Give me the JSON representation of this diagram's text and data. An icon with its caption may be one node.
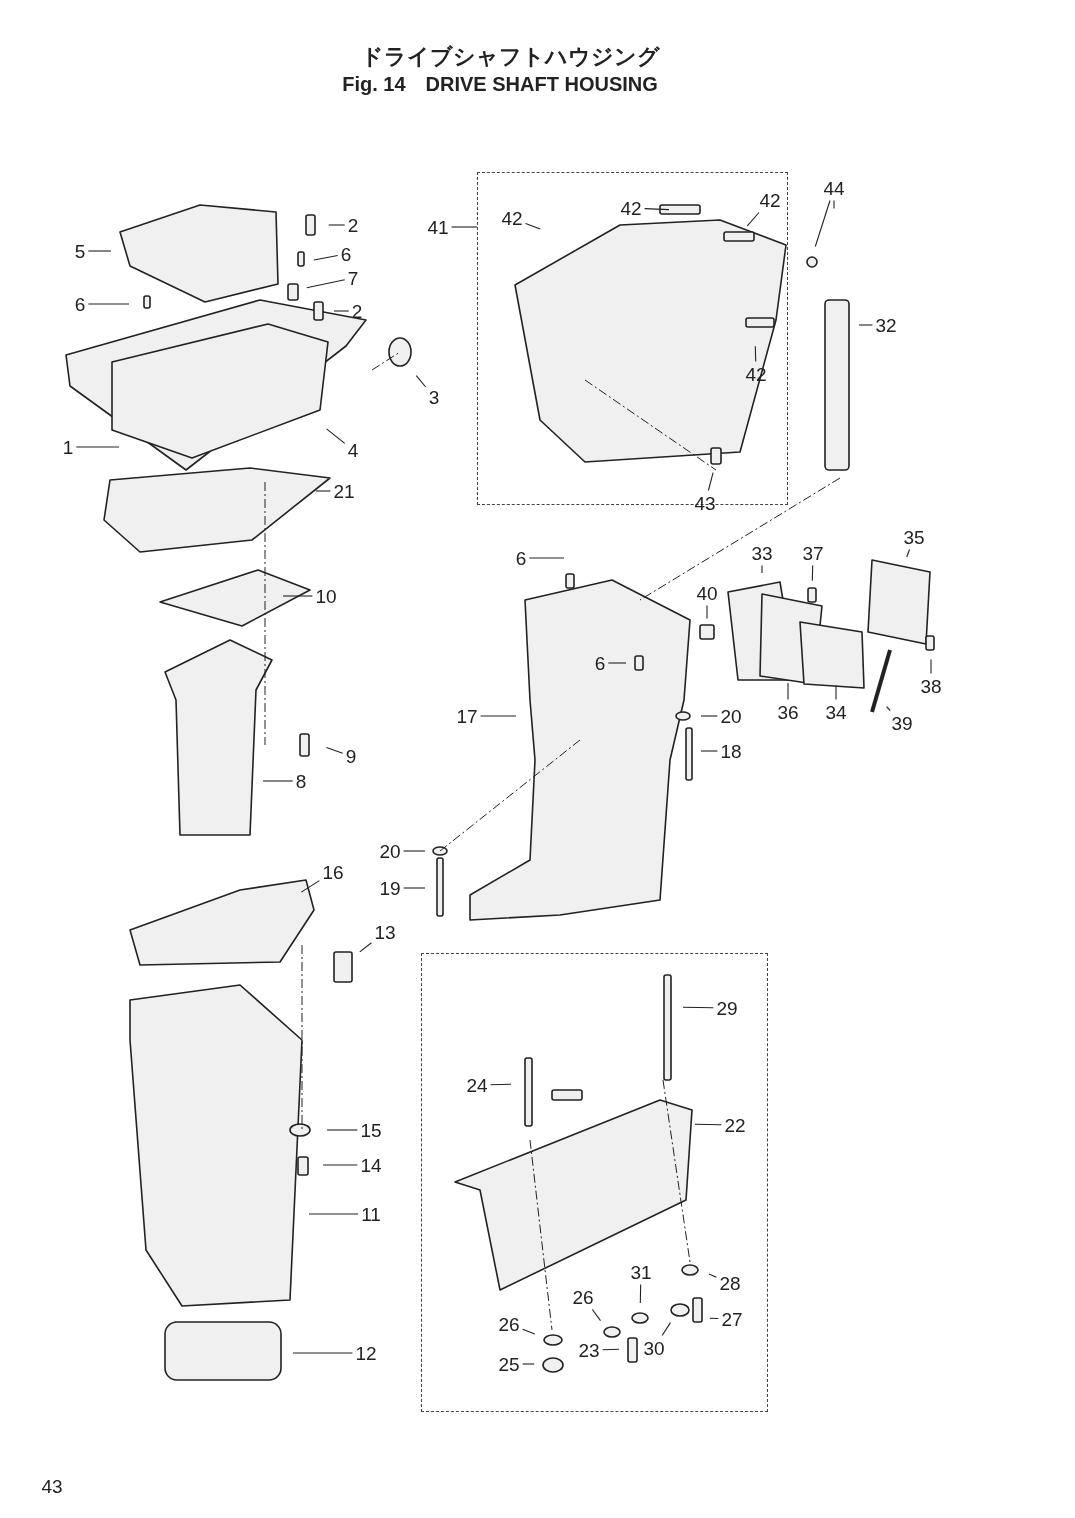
{
  "diagram": {
    "title": "Fig. 14　DRIVE SHAFT HOUSING",
    "nodes": [
      {
        "text": [],
        "shape": "box"
      },
      {
        "text": [
          "41"
        ]
      },
      {
        "text": [
          "42"
        ],
        "in": 0
      },
      {
        "text": [
          "42"
        ],
        "in": 0
      },
      {
        "text": [
          "42"
        ],
        "in": 0
      },
      {
        "text": [
          "44"
        ]
      },
      {
        "text": [
          "42"
        ],
        "in": 0
      },
      {
        "text": [
          "43"
        ]
      },
      {
        "text": [
          "2"
        ]
      },
      {
        "text": [
          "5"
        ]
      },
      {
        "text": [
          "6"
        ]
      },
      {
        "text": [
          "7"
        ]
      },
      {
        "text": [
          "6"
        ]
      },
      {
        "text": [
          "2"
        ]
      },
      {
        "text": [
          "32"
        ]
      },
      {
        "text": [
          "3"
        ]
      },
      {
        "text": [
          "1"
        ]
      },
      {
        "text": [
          "4"
        ]
      },
      {
        "text": [
          "21"
        ]
      },
      {
        "text": [
          "6"
        ]
      },
      {
        "text": [
          "33"
        ]
      },
      {
        "text": [
          "37"
        ]
      },
      {
        "text": [
          "35"
        ]
      },
      {
        "text": [
          "40"
        ]
      },
      {
        "text": [
          "10"
        ]
      },
      {
        "text": [
          "6"
        ]
      },
      {
        "text": [
          "38"
        ]
      },
      {
        "text": [
          "36"
        ]
      },
      {
        "text": [
          "34"
        ]
      },
      {
        "text": [
          "39"
        ]
      },
      {
        "text": [
          "17"
        ]
      },
      {
        "text": [
          "20"
        ]
      },
      {
        "text": [
          "18"
        ]
      },
      {
        "text": [
          "9"
        ]
      },
      {
        "text": [
          "8"
        ]
      },
      {
        "text": [
          "20"
        ]
      },
      {
        "text": [
          "19"
        ]
      },
      {
        "text": [
          "16"
        ]
      },
      {
        "text": [
          "13"
        ]
      },
      {
        "text": [],
        "shape": "box"
      },
      {
        "text": [
          "29"
        ],
        "in": 39
      },
      {
        "text": [
          "24"
        ],
        "in": 39
      },
      {
        "text": [
          "22"
        ],
        "in": 39
      },
      {
        "text": [
          "15"
        ]
      },
      {
        "text": [
          "14"
        ]
      },
      {
        "text": [
          "11"
        ]
      },
      {
        "text": [
          "28"
        ],
        "in": 39
      },
      {
        "text": [
          "31"
        ],
        "in": 39
      },
      {
        "text": [
          "26"
        ],
        "in": 39
      },
      {
        "text": [
          "27"
        ],
        "in": 39
      },
      {
        "text": [
          "26"
        ],
        "in": 39
      },
      {
        "text": [
          "23"
        ],
        "in": 39
      },
      {
        "text": [
          "30"
        ],
        "in": 39
      },
      {
        "text": [
          "25"
        ],
        "in": 39
      },
      {
        "text": [
          "12"
        ]
      }
    ],
    "edges": [
      {
        "from": 1,
        "to": 0,
        "arrow": "none"
      },
      {
        "from": 2,
        "to": null,
        "arrow": "none"
      },
      {
        "from": 3,
        "to": null,
        "arrow": "none"
      },
      {
        "from": 4,
        "to": null,
        "arrow": "none"
      },
      {
        "from": 5,
        "to": null,
        "arrow": "none"
      },
      {
        "from": 5,
        "to": null,
        "arrow": "none"
      },
      {
        "from": 6,
        "to": null,
        "arrow": "none"
      },
      {
        "from": 7,
        "to": null,
        "arrow": "none"
      },
      {
        "from": 8,
        "to": null,
        "arrow": "none"
      },
      {
        "from": 9,
        "to": null,
        "arrow": "none"
      },
      {
        "from": 10,
        "to": null,
        "arrow": "none"
      },
      {
        "from": 11,
        "to": null,
        "arrow": "none"
      },
      {
        "from": 12,
        "to": null,
        "arrow": "none"
      },
      {
        "from": 13,
        "to": null,
        "arrow": "none"
      },
      {
        "from": 14,
        "to": null,
        "arrow": "none"
      },
      {
        "from": 15,
        "to": null,
        "arrow": "none"
      },
      {
        "from": 16,
        "to": null,
        "arrow": "none"
      },
      {
        "from": 17,
        "to": null,
        "arrow": "none"
      },
      {
        "from": 18,
        "to": null,
        "arrow": "none"
      },
      {
        "from": 19,
        "to": null,
        "arrow": "none"
      },
      {
        "from": 20,
        "to": null,
        "arrow": "none"
      },
      {
        "from": 21,
        "to": null,
        "arrow": "none"
      },
      {
        "from": 22,
        "to": null,
        "arrow": "none"
      },
      {
        "from": 23,
        "to": null,
        "arrow": "none"
      },
      {
        "from": 24,
        "to": null,
        "arrow": "none"
      },
      {
        "from": 25,
        "to": null,
        "arrow": "none"
      },
      {
        "from": 26,
        "to": null,
        "arrow": "none"
      },
      {
        "from": 27,
        "to": null,
        "arrow": "none"
      },
      {
        "from": 28,
        "to": null,
        "arrow": "none"
      },
      {
        "from": 29,
        "to": null,
        "arrow": "none"
      },
      {
        "from": 30,
        "to": null,
        "arrow": "none"
      },
      {
        "from": 31,
        "to": null,
        "arrow": "none"
      },
      {
        "from": 32,
        "to": null,
        "arrow": "none"
      },
      {
        "from": 33,
        "to": null,
        "arrow": "none"
      },
      {
        "from": 34,
        "to": null,
        "arrow": "none"
      },
      {
        "from": 35,
        "to": null,
        "arrow": "none"
      },
      {
        "from": 36,
        "to": null,
        "arrow": "none"
      },
      {
        "from": 37,
        "to": null,
        "arrow": "none"
      },
      {
        "from": 38,
        "to": null,
        "arrow": "none"
      },
      {
        "from": 40,
        "to": null,
        "arrow": "none"
      },
      {
        "from": 41,
        "to": null,
        "arrow": "none"
      },
      {
        "from": 42,
        "to": null,
        "arrow": "none"
      },
      {
        "from": 43,
        "to": null,
        "arrow": "none"
      },
      {
        "from": 44,
        "to": null,
        "arrow": "none"
      },
      {
        "from": 45,
        "to": null,
        "arrow": "none"
      },
      {
        "from": 46,
        "to": null,
        "arrow": "none"
      },
      {
        "from": 47,
        "to": null,
        "arrow": "none"
      },
      {
        "from": 48,
        "to": null,
        "arrow": "none"
      },
      {
        "from": 49,
        "to": null,
        "arrow": "none"
      },
      {
        "from": 50,
        "to": null,
        "arrow": "none"
      },
      {
        "from": 51,
        "to": null,
        "arrow": "none"
      },
      {
        "from": 52,
        "to": null,
        "arrow": "none"
      },
      {
        "from": 53,
        "to": null,
        "arrow": "none"
      },
      {
        "from": 54,
        "to": null,
        "arrow": "none"
      }
    ],
    "labels": [
      "ドライブシャフトハウジング",
      "43"
    ]
  }
}
